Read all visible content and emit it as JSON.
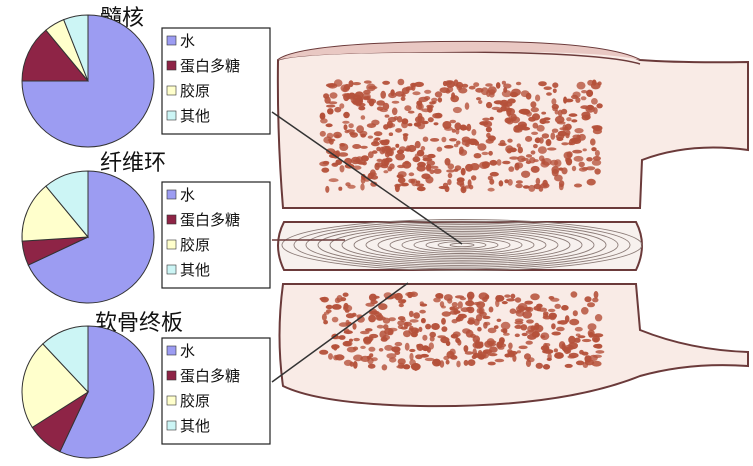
{
  "legend_labels": [
    "水",
    "蛋白多糖",
    "胶原",
    "其他"
  ],
  "colors": {
    "water": "#9C9CF2",
    "proteoglycan": "#8E2446",
    "collagen": "#FFFFCC",
    "other": "#CCF5F5",
    "bone_fill": "#F9EBE6",
    "bone_outline": "#6B3A3A",
    "dot": "#B5513A"
  },
  "chart_data": [
    {
      "type": "pie",
      "title": "髓核",
      "categories": [
        "水",
        "蛋白多糖",
        "胶原",
        "其他"
      ],
      "values": [
        75,
        14,
        5,
        6
      ]
    },
    {
      "type": "pie",
      "title": "纤维环",
      "categories": [
        "水",
        "蛋白多糖",
        "胶原",
        "其他"
      ],
      "values": [
        68,
        6,
        15,
        11
      ]
    },
    {
      "type": "pie",
      "title": "软骨终板",
      "categories": [
        "水",
        "蛋白多糖",
        "胶原",
        "其他"
      ],
      "values": [
        57,
        9,
        22,
        12
      ]
    }
  ]
}
